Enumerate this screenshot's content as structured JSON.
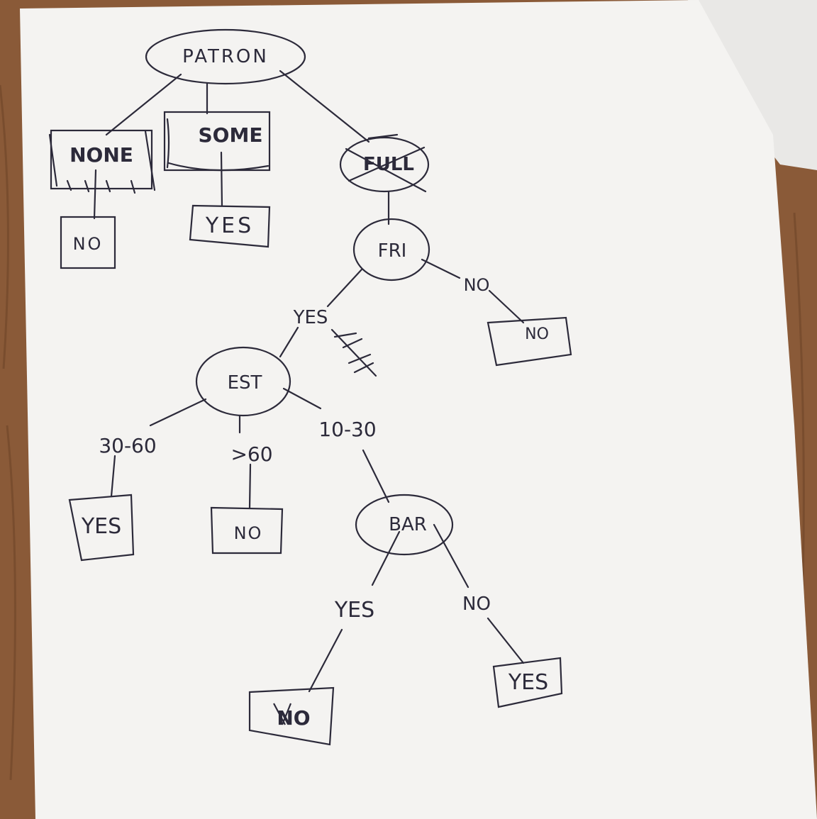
{
  "tree": {
    "nodes": {
      "root": "PATRON",
      "none": "NONE",
      "some": "SOME",
      "full": "FULL",
      "fri": "FRI",
      "est": "EST",
      "bar": "BAR"
    },
    "leaves": {
      "none_no": "NO",
      "some_yes": "YES",
      "fri_no": "NO",
      "est_yes": "YES",
      "est_no": "NO",
      "bar_yes": "NO",
      "bar_no": "YES"
    },
    "edges": {
      "fri_yes": "YES",
      "fri_no": "NO",
      "est_30_60": "30-60",
      "est_gt60": ">60",
      "est_10_30": "10-30",
      "bar_yes": "YES",
      "bar_no": "NO"
    }
  },
  "colors": {
    "paper": "#f4f3f1",
    "ink": "#2c2a3a",
    "wood": "#8a5a38"
  }
}
